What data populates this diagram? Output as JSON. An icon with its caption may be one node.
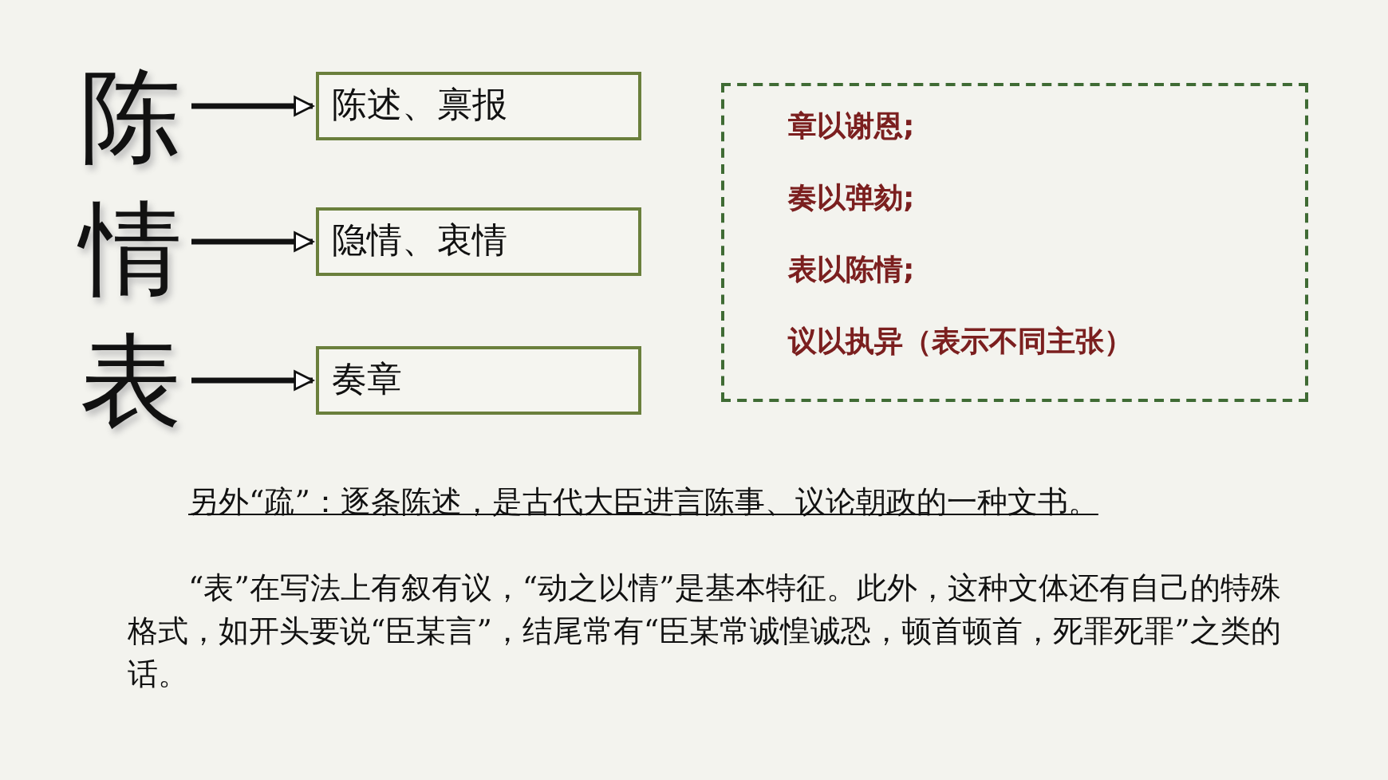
{
  "diagram": {
    "nodes": [
      {
        "text": [
          "陈"
        ]
      },
      {
        "text": [
          "情"
        ]
      },
      {
        "text": [
          "表"
        ]
      },
      {
        "text": [
          "陈述、禀报"
        ]
      },
      {
        "text": [
          "隐情、衷情"
        ]
      },
      {
        "text": [
          "奏章"
        ]
      },
      {
        "text": [
          "章以谢恩;",
          "奏以弹劾;",
          "表以陈情;",
          "议以执异（表示不同主张）"
        ]
      }
    ],
    "edges": [
      {
        "from": 0,
        "to": 3,
        "arrow": "to"
      },
      {
        "from": 1,
        "to": 4,
        "arrow": "to"
      },
      {
        "from": 2,
        "to": 5,
        "arrow": "to"
      }
    ],
    "labels": [
      "另外“疏”：逐条陈述，是古代大臣进言陈事、议论朝政的一种文书。",
      "“表”在写法上有叙有议，“动之以情”是基本特征。此外，这种文体还有自己的特殊格式，如开头要说“臣某言”，结尾常有“臣某常诚惶诚恐，顿首顿首，死罪死罪”之类的话。"
    ]
  }
}
